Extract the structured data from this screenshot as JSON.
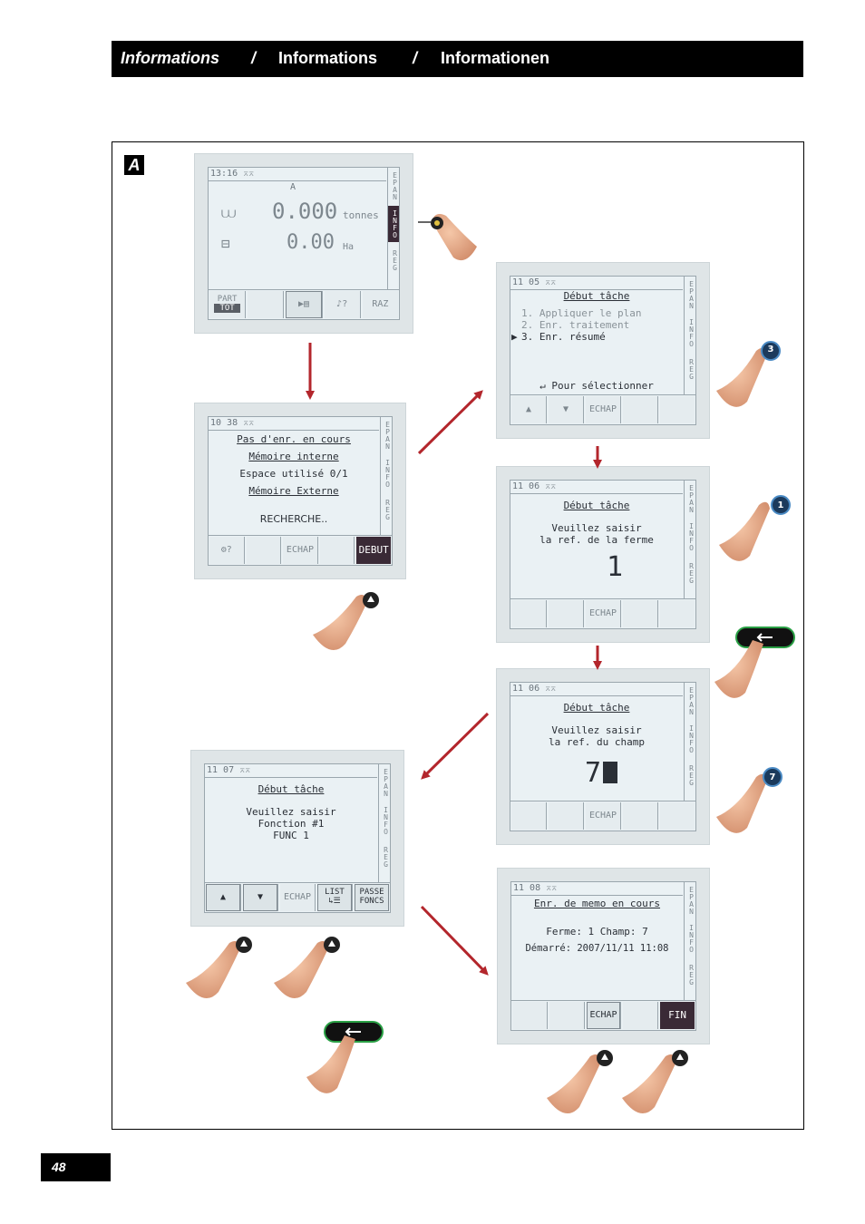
{
  "header": {
    "title_fr": "Informations",
    "sep1": "/",
    "title_en": "Informations",
    "sep2": "/",
    "title_de": "Informationen"
  },
  "figure_label": "A",
  "page_number": "48",
  "side_tabs": {
    "epan": "EPAN",
    "info": "INFO",
    "reg": "REG"
  },
  "screen1": {
    "time": "13:16",
    "mode": "A",
    "tonnes_value": "0.000",
    "tonnes_unit": "tonnes",
    "area_value": "0.00",
    "area_unit": "Ha",
    "keys": [
      "PART",
      "TOT",
      "",
      "",
      "?",
      "RAZ"
    ]
  },
  "screen2": {
    "time": "10 38",
    "lines": [
      "Pas d'enr. en cours",
      "Mémoire interne",
      "Espace utilisé 0/1",
      "Mémoire Externe",
      "RECHERCHE.."
    ],
    "keys": [
      "?",
      "",
      "ECHAP",
      "",
      "DEBUT"
    ]
  },
  "screen3": {
    "time": "11 05",
    "title": "Début tâche",
    "items": [
      "1. Appliquer le plan",
      "2. Enr. traitement",
      "3. Enr. résumé"
    ],
    "hint": "↵ Pour sélectionner",
    "keys": [
      "",
      "",
      "ECHAP",
      "",
      ""
    ]
  },
  "screen4": {
    "time": "11 06",
    "title": "Début tâche",
    "lines": [
      "Veuillez saisir",
      "la ref. de la ferme"
    ],
    "value": "1",
    "keys": [
      "",
      "",
      "ECHAP",
      "",
      ""
    ]
  },
  "screen5": {
    "time": "11 06",
    "title": "Début tâche",
    "lines": [
      "Veuillez saisir",
      "la ref. du champ"
    ],
    "value": "7",
    "keys": [
      "",
      "",
      "ECHAP",
      "",
      ""
    ]
  },
  "screen6": {
    "time": "11 07",
    "title": "Début tâche",
    "lines": [
      "Veuillez saisir",
      "Fonction #1",
      "FUNC 1"
    ],
    "keys": [
      "",
      "",
      "ECHAP",
      "LIST",
      "PASSE",
      "FONCS"
    ]
  },
  "screen7": {
    "time": "11 08",
    "title": "Enr. de memo en cours",
    "line1": "Ferme: 1   Champ: 7",
    "line2": "Démarré: 2007/11/11 11:08",
    "keys": [
      "",
      "",
      "ECHAP",
      "",
      "FIN"
    ]
  },
  "hand_badges": {
    "h3": "3",
    "h1": "1",
    "h7": "7"
  },
  "colors": {
    "arrow": "#b3262c",
    "lcd": "#eaf1f4",
    "dark_key": "#3a2a36",
    "enter_button": "#1f8a3a"
  }
}
